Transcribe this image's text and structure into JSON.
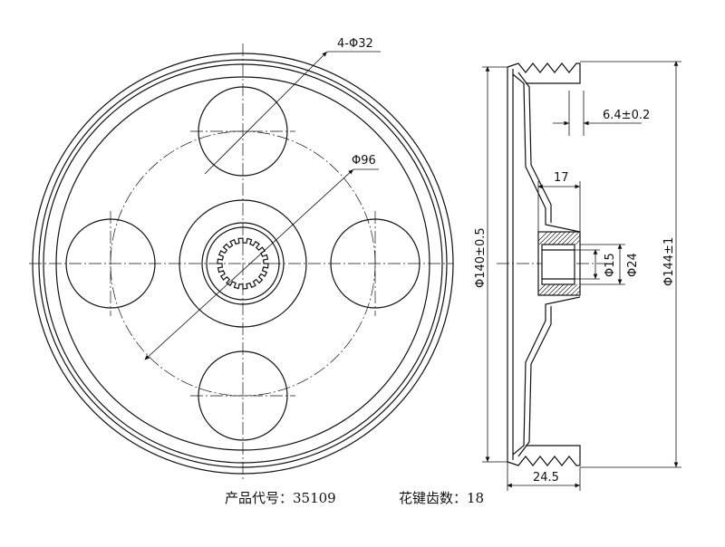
{
  "labels": {
    "hole_callout": "4-Φ32",
    "pcd_callout": "Φ96",
    "groove_width": "6.4±0.2",
    "hub_offset": "17",
    "outer_dia_tol": "Φ140±0.5",
    "bore_dia": "Φ15",
    "hub_dia": "Φ24",
    "outer_dia": "Φ144±1",
    "total_width": "24.5"
  },
  "caption": {
    "product_code": "产品代号：35109",
    "spline_teeth": "花键齿数：18"
  }
}
